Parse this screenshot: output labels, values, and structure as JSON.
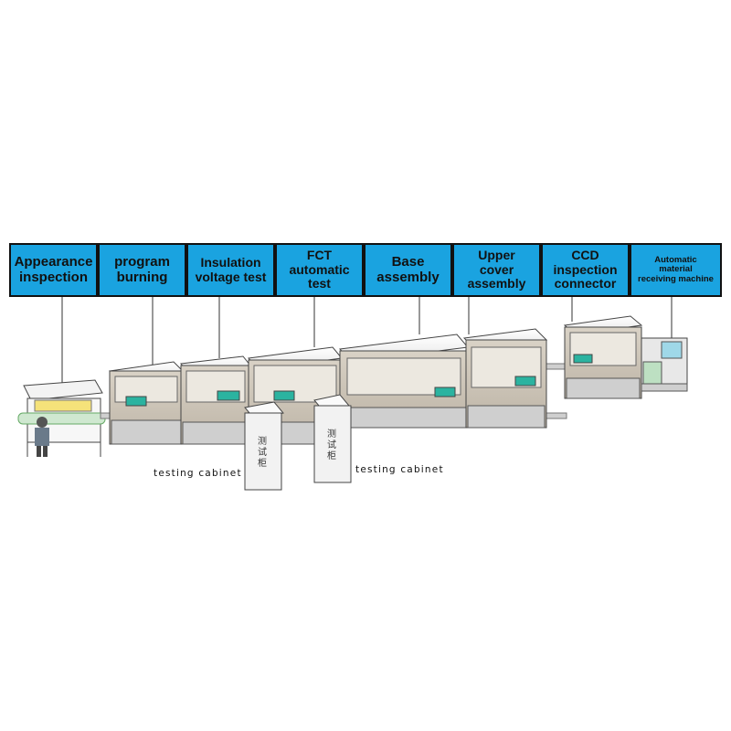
{
  "stations": [
    {
      "label": "Appearance\ninspection"
    },
    {
      "label": "program\nburning"
    },
    {
      "label": "Insulation\nvoltage test"
    },
    {
      "label": "FCT\nautomatic\ntest"
    },
    {
      "label": "Base\nassembly"
    },
    {
      "label": "Upper\ncover\nassembly"
    },
    {
      "label": "CCD\ninspection\nconnector"
    },
    {
      "label": "Automatic\nmaterial\nreceiving machine"
    }
  ],
  "cabinets": [
    {
      "caption": "testing cabinet",
      "mark": "测试柜"
    },
    {
      "caption": "testing cabinet",
      "mark": "测试柜"
    }
  ],
  "colors": {
    "label_fill": "#1aa3e0",
    "panel": "#2bb3a0",
    "line": "#333333"
  }
}
